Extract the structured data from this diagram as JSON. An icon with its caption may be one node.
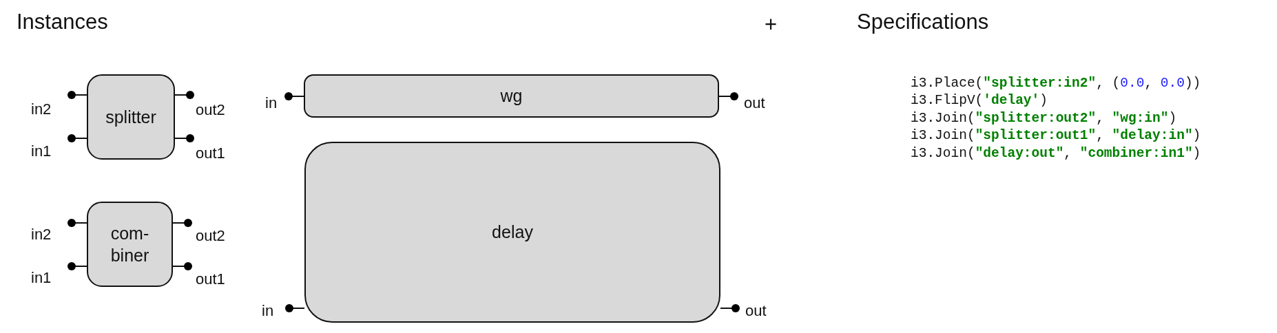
{
  "diagram": {
    "nodes": [
      {
        "text": [
          "splitter"
        ],
        "beside": [
          "in2",
          "in1",
          "out2",
          "out1"
        ]
      },
      {
        "text": [
          "com- biner"
        ],
        "beside": [
          "in2",
          "in1",
          "out2",
          "out1"
        ]
      },
      {
        "text": [
          "wg"
        ],
        "beside": [
          "in",
          "out"
        ]
      },
      {
        "text": [
          "delay"
        ],
        "beside": [
          "in",
          "out"
        ]
      }
    ],
    "labels": [
      "Instances",
      "+",
      "Specifications",
      "i3.Place(**\"splitter:in2\"**, (0.0, 0.0))",
      "i3.FlipV(**'delay'**)",
      "i3.Join(**\"splitter:out2\"**, **\"wg:in\"**)",
      "i3.Join(**\"splitter:out1\"**, **\"delay:in\"**)",
      "i3.Join(**\"delay:out\"**, **\"combiner:in1\"**)"
    ]
  }
}
